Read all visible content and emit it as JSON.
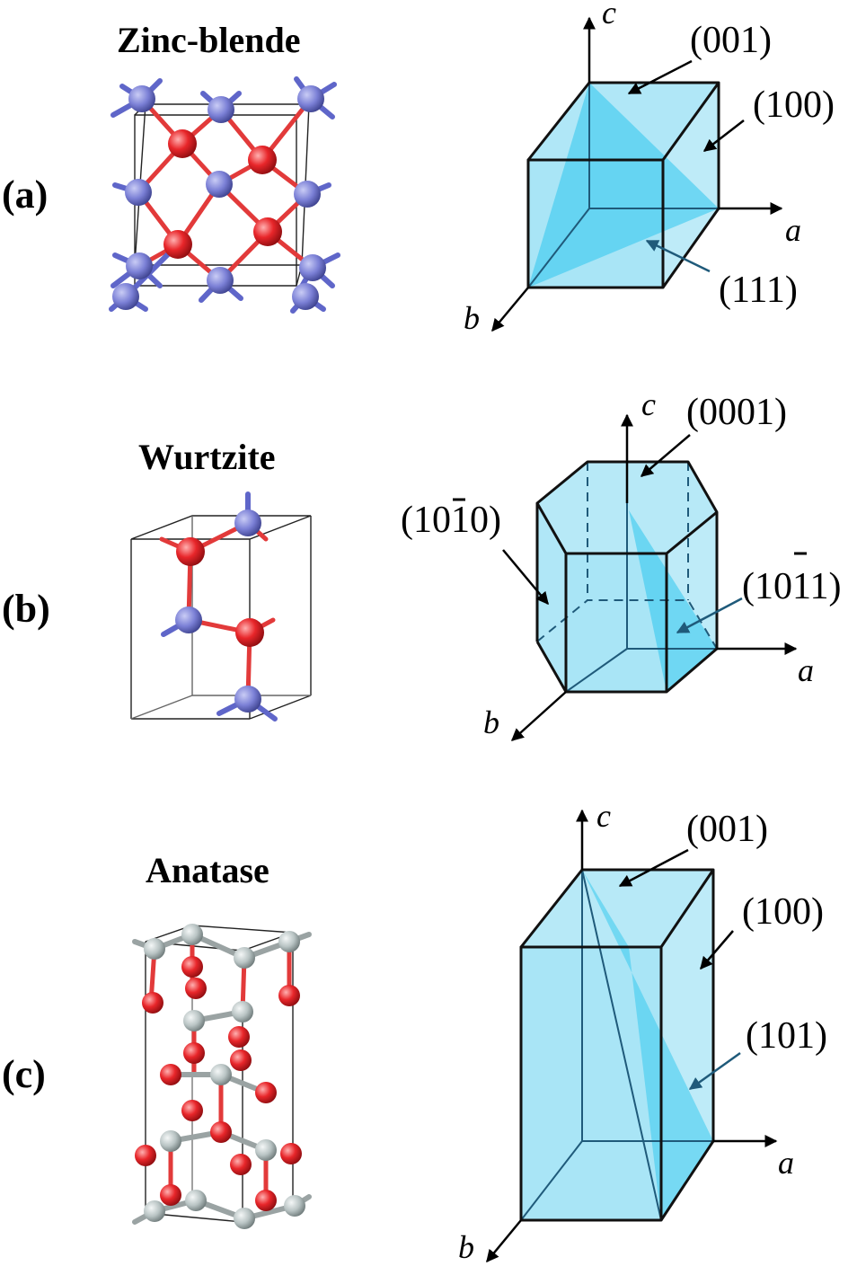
{
  "panels": [
    {
      "label": "(a)",
      "title": "Zinc-blende",
      "faces": [
        "(001)",
        "(100)",
        "(111)"
      ],
      "axes": [
        "a",
        "b",
        "c"
      ]
    },
    {
      "label": "(b)",
      "title": "Wurtzite",
      "faces": [
        "(0001)",
        "(10",
        "1",
        "0)",
        "(10",
        "1",
        "1)"
      ],
      "axes": [
        "a",
        "b",
        "c"
      ]
    },
    {
      "label": "(c)",
      "title": "Anatase",
      "faces": [
        "(001)",
        "(100)",
        "(101)"
      ],
      "axes": [
        "a",
        "b",
        "c"
      ]
    }
  ],
  "colors": {
    "crystal_fill": "#6fd3f0",
    "plane_fill": "#2ec7ee",
    "atom_blue": "#7b80d6",
    "atom_red": "#e8262a",
    "atom_gray": "#b9c4c4"
  }
}
